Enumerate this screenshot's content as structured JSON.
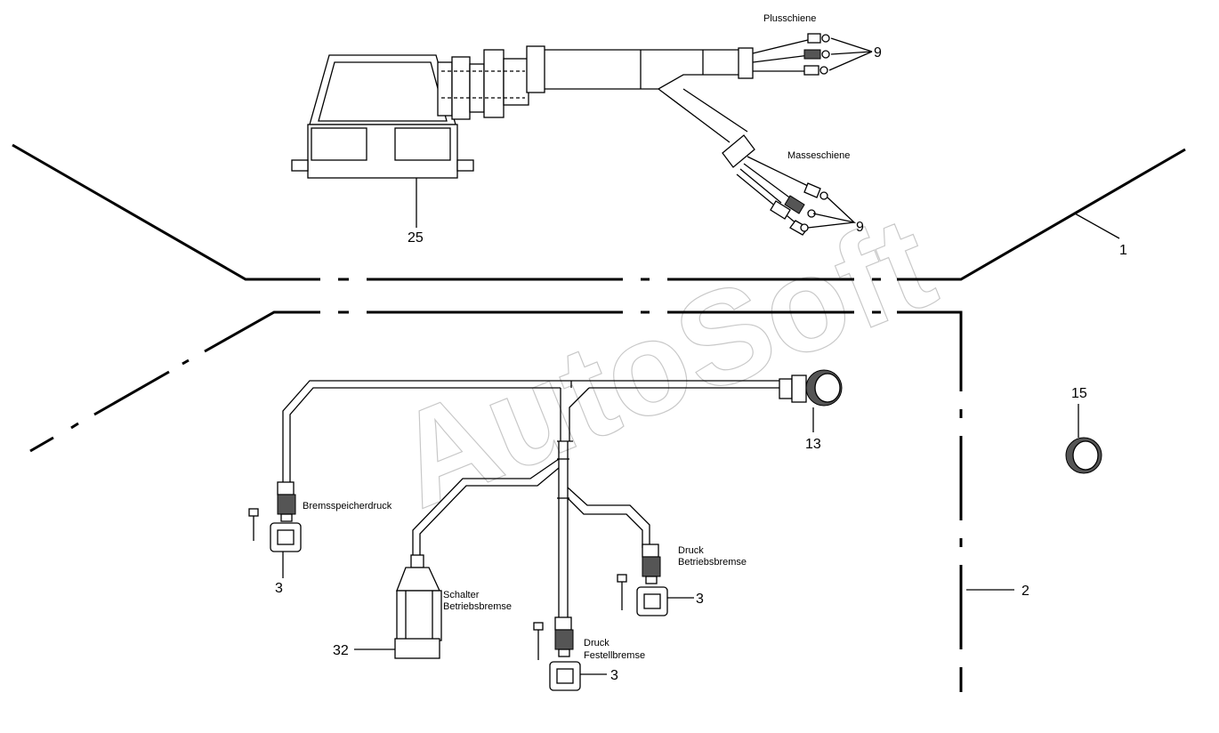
{
  "watermark": "AutoSoft",
  "labels": {
    "plusschiene": "Plusschiene",
    "masseschiene": "Masseschiene",
    "bremsspeicherdruck": "Bremsspeicherdruck",
    "schalter_line1": "Schalter",
    "schalter_line2": "Betriebsbremse",
    "druck_betrieb_line1": "Druck",
    "druck_betrieb_line2": "Betriebsbremse",
    "druck_fest_line1": "Druck",
    "druck_fest_line2": "Festellbremse"
  },
  "callouts": {
    "c1": "1",
    "c2": "2",
    "c3a": "3",
    "c3b": "3",
    "c3c": "3",
    "c9a": "9",
    "c9b": "9",
    "c13": "13",
    "c15": "15",
    "c25": "25",
    "c32": "32"
  },
  "colors": {
    "line": "#000000",
    "watermark": "#c8c8c8",
    "background": "#ffffff"
  }
}
